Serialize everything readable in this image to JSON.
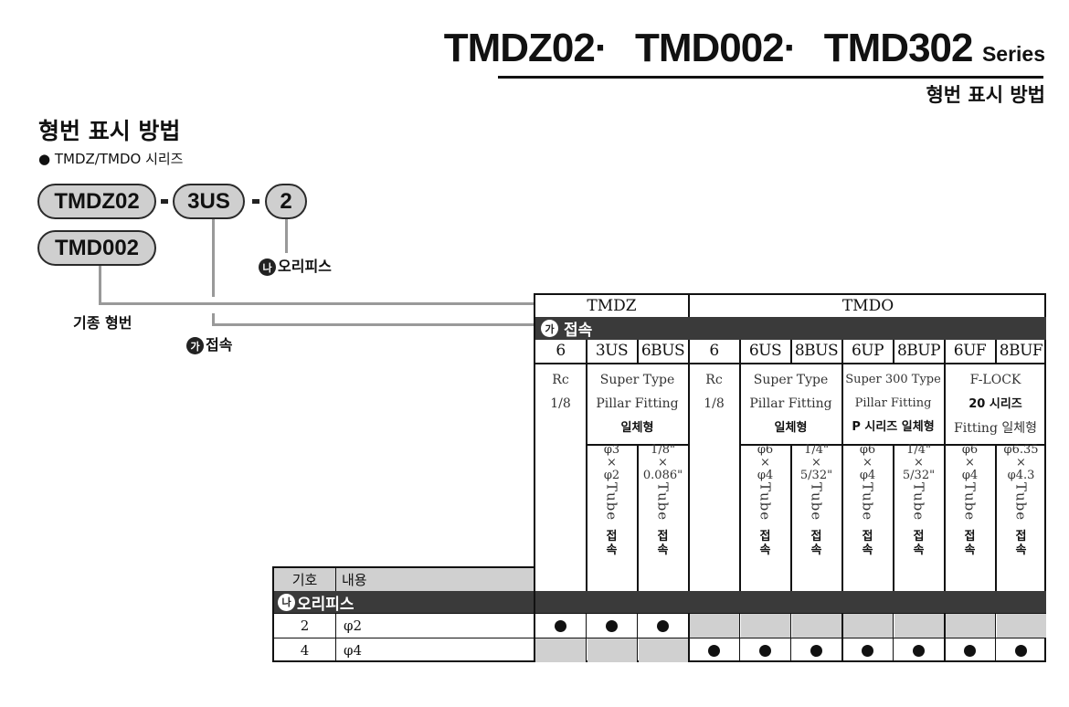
{
  "header": {
    "series_codes": [
      "TMDZ02·",
      "TMD002·",
      "TMD302"
    ],
    "series_suffix": "Series",
    "subtitle": "형번 표시 방법"
  },
  "section": {
    "title": "형번 표시 방법",
    "bullet": "● TMDZ/TMDO 시리즈"
  },
  "code": {
    "model1": "TMDZ02",
    "model2": "TMD002",
    "connection": "3US",
    "orifice": "2",
    "label_old_model": "기종 형번",
    "marker_ga": "가",
    "marker_na": "나",
    "label_connection": "접속",
    "label_orifice": "오리피스"
  },
  "table": {
    "group_tmdz": "TMDZ",
    "group_tmdo": "TMDO",
    "bar_connection": "접속",
    "bar_orifice": "오리피스",
    "columns": [
      "6",
      "3US",
      "6BUS",
      "6",
      "6US",
      "8BUS",
      "6UP",
      "8BUP",
      "6UF",
      "8BUF"
    ],
    "desc": {
      "rc_a": "Rc",
      "rc_b": "1/8",
      "rc2_a": "Rc",
      "rc2_b": "1/8",
      "super1_a": "Super Type",
      "super1_b": "Pillar Fitting",
      "super1_c": "일체형",
      "super2_a": "Super Type",
      "super2_b": "Pillar Fitting",
      "super2_c": "일체형",
      "super3_a": "Super 300 Type",
      "super3_b": "Pillar Fitting",
      "super3_c": "P 시리즈 일체형",
      "flock_a": "F-LOCK",
      "flock_b": "20 시리즈",
      "flock_c": "Fitting 일체형"
    },
    "tube": [
      {
        "a": "φ3",
        "b": "φ2"
      },
      {
        "a": "1/8\"",
        "b": "0.086\""
      },
      {
        "a": "φ6",
        "b": "φ4"
      },
      {
        "a": "1/4\"",
        "b": "5/32\""
      },
      {
        "a": "φ6",
        "b": "φ4"
      },
      {
        "a": "1/4\"",
        "b": "5/32\""
      },
      {
        "a": "φ6",
        "b": "φ4"
      },
      {
        "a": "φ6.35",
        "b": "φ4.3"
      }
    ],
    "tube_cross": "×",
    "tube_word": "Tube",
    "tube_conn": "접속",
    "left_header_symbol": "기호",
    "left_header_content": "내용",
    "rows": [
      {
        "symbol": "2",
        "content": "φ2"
      },
      {
        "symbol": "4",
        "content": "φ4"
      }
    ]
  }
}
